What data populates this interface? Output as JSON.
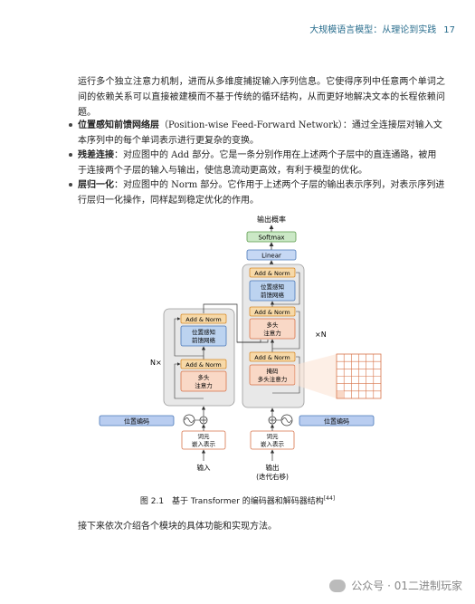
{
  "header": {
    "title": "大规模语言模型：从理论到实践",
    "page": "17"
  },
  "intro_paragraph": "运行多个独立注意力机制，进而从多维度捕捉输入序列信息。它使得序列中任意两个单词之间的依赖关系可以直接被建模而不基于传统的循环结构，从而更好地解决文本的长程依赖问题。",
  "bullets": [
    {
      "term": "位置感知前馈网络层",
      "text": "（Position-wise Feed-Forward Network）：通过全连接层对输入文本序列中的每个单词表示进行更复杂的变换。"
    },
    {
      "term": "残差连接",
      "text": "：对应图中的 Add 部分。它是一条分别作用在上述两个子层中的直连通路，被用于连接两个子层的输入与输出，使信息流动更高效，有利于模型的优化。"
    },
    {
      "term": "层归一化",
      "text": "：对应图中的 Norm 部分。它作用于上述两个子层的输出表示序列，对表示序列进行层归一化操作，同样起到稳定优化的作用。"
    }
  ],
  "diagram": {
    "output_prob": "输出概率",
    "softmax": "Softmax",
    "linear": "Linear",
    "add_norm": "Add & Norm",
    "ffn_line1": "位置感知",
    "ffn_line2": "前馈网络",
    "mha_line1": "多头",
    "mha_line2": "注意力",
    "masked_line1": "掩码",
    "masked_line2": "多头注意力",
    "nx_left": "N×",
    "nx_right": "×N",
    "pos_enc": "位置编码",
    "emb_line1": "词元",
    "emb_line2": "嵌入表示",
    "input": "输入",
    "output_line1": "输出",
    "output_line2": "(迭代右移)"
  },
  "caption": {
    "text": "图 2.1　基于 Transformer 的编码器和解码器结构",
    "ref": "[44]"
  },
  "closing": "接下来依次介绍各个模块的具体功能和实现方法。",
  "watermark": "公众号 · 01二进制玩家",
  "colors": {
    "add_norm": "#f7d9a8",
    "add_norm_border": "#d88a2a",
    "ffn": "#bcd3f0",
    "ffn_border": "#4a78b8",
    "attn": "#f9d8c6",
    "attn_border": "#d8744a",
    "linear": "#c6d8f4",
    "softmax": "#cbe8c6",
    "posenc": "#b9cdf0",
    "panel": "#e8e8e8"
  }
}
